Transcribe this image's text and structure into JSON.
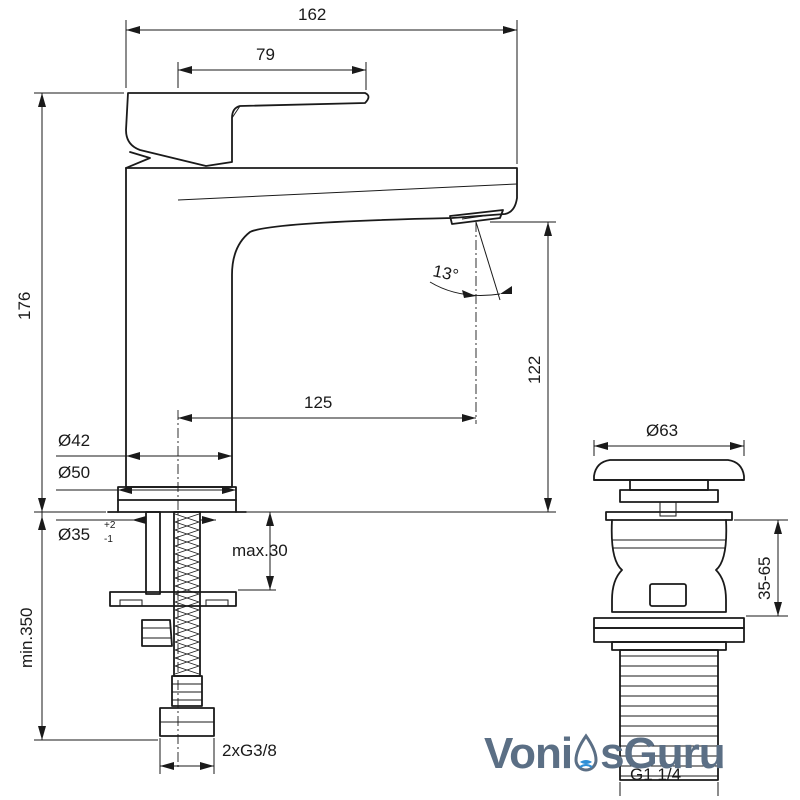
{
  "dimensions": {
    "total_length": "162",
    "lever_length": "79",
    "total_height": "176",
    "spout_height": "122",
    "spout_reach": "125",
    "angle": "13°",
    "base_diameter_inner": "Ø42",
    "base_diameter_outer": "Ø50",
    "hole_diameter": "Ø35",
    "hole_tol_plus": "+2",
    "hole_tol_minus": "-1",
    "max_thickness": "max.30",
    "min_hose": "min.350",
    "connections": "2xG3/8",
    "waste_diameter": "Ø63",
    "waste_range": "35-65",
    "waste_thread": "G1 1/4"
  },
  "watermark": {
    "part1": "Voni",
    "part2": "sGuru",
    "logo": "water-drop-icon",
    "color": "#5b6f85",
    "accent": "#2f8fd6"
  }
}
